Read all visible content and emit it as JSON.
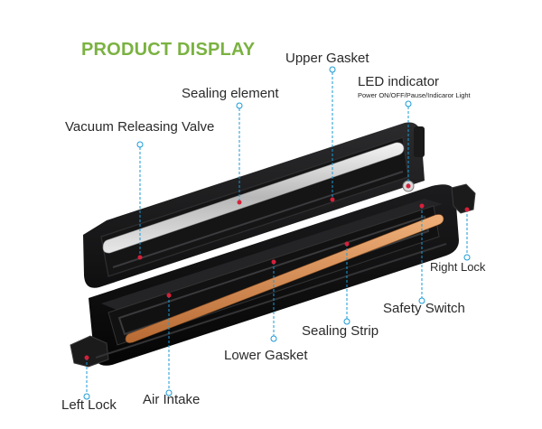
{
  "title": "PRODUCT DISPLAY",
  "labels": {
    "upper_gasket": "Upper Gasket",
    "led_indicator": "LED indicator",
    "led_sub": "Power ON/OFF/Pause/Indicaror Light",
    "sealing_element": "Sealing element",
    "vacuum_valve": "Vacuum Releasing Valve",
    "right_lock": "Right Lock",
    "safety_switch": "Safety Switch",
    "sealing_strip": "Sealing Strip",
    "lower_gasket": "Lower Gasket",
    "left_lock": "Left Lock",
    "air_intake": "Air Intake"
  },
  "colors": {
    "title": "#7ab241",
    "callout": "#1a9ad6",
    "dot": "#d6213a"
  }
}
